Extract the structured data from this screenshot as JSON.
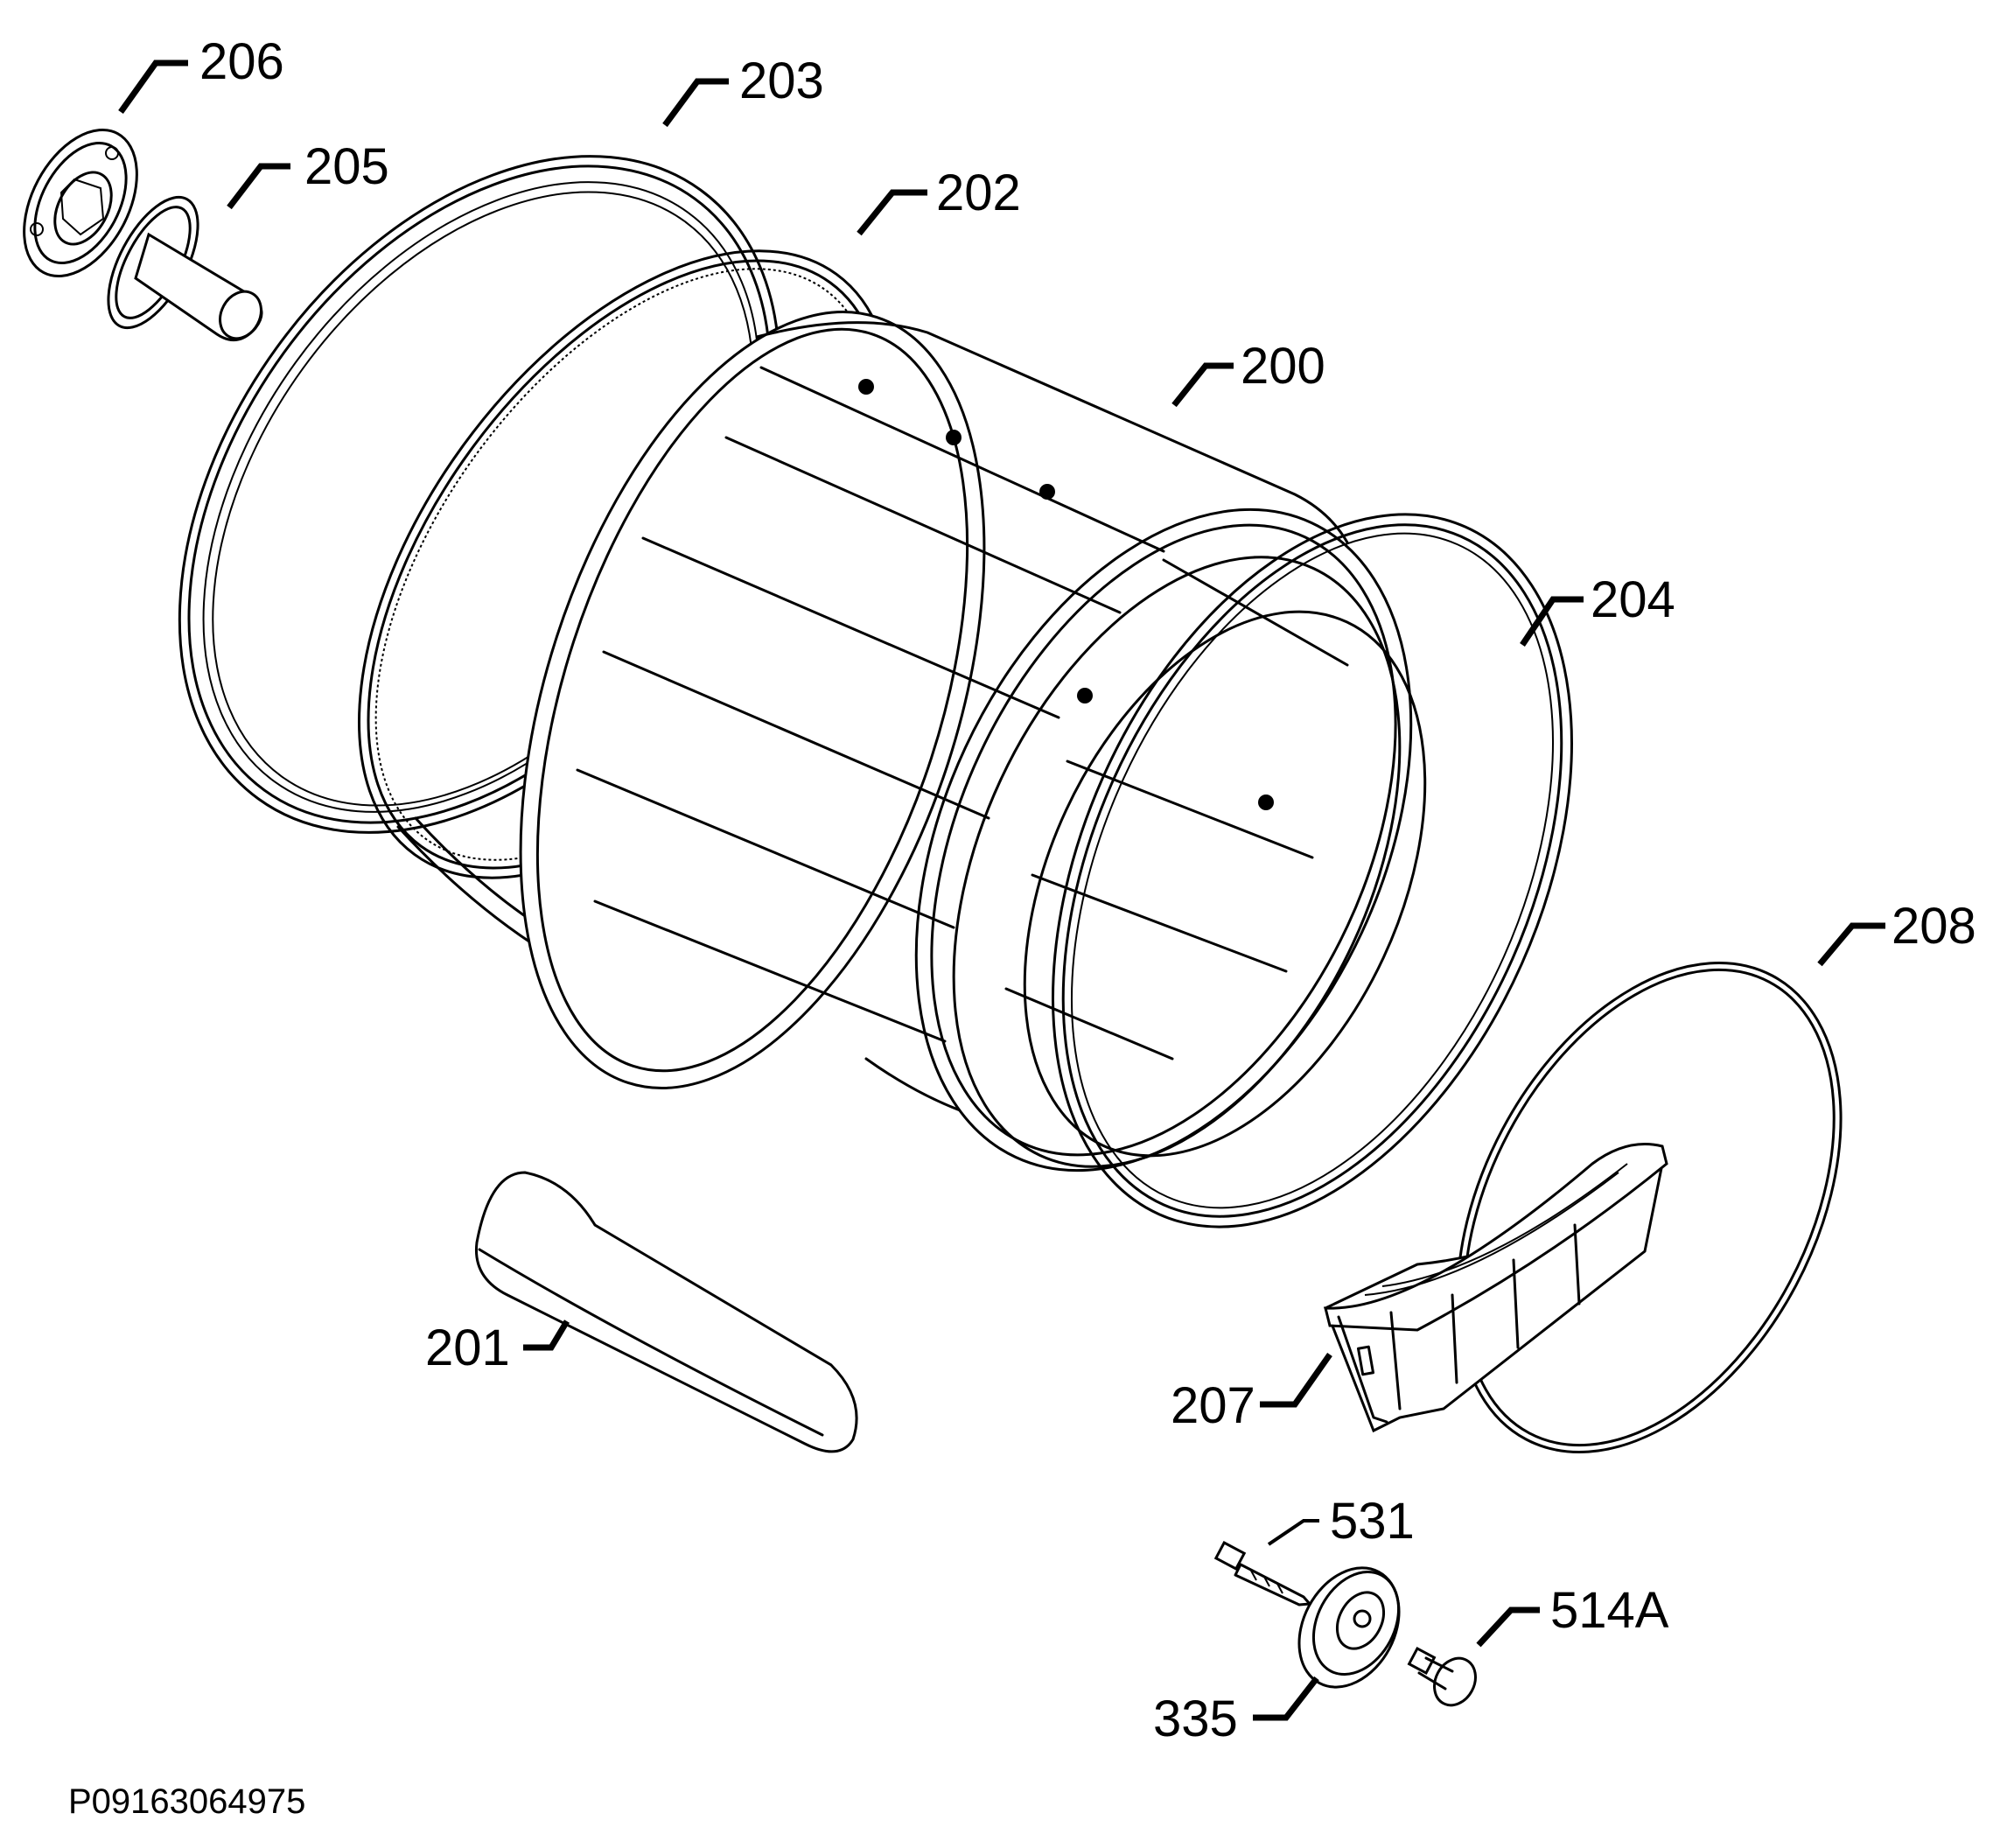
{
  "document_id": "P09163064975",
  "callouts": {
    "c200": "200",
    "c201": "201",
    "c202": "202",
    "c203": "203",
    "c204": "204",
    "c205": "205",
    "c206": "206",
    "c207": "207",
    "c208": "208",
    "c335": "335",
    "c514a": "514A",
    "c531": "531"
  },
  "colors": {
    "line": "#000000",
    "background": "#ffffff"
  }
}
